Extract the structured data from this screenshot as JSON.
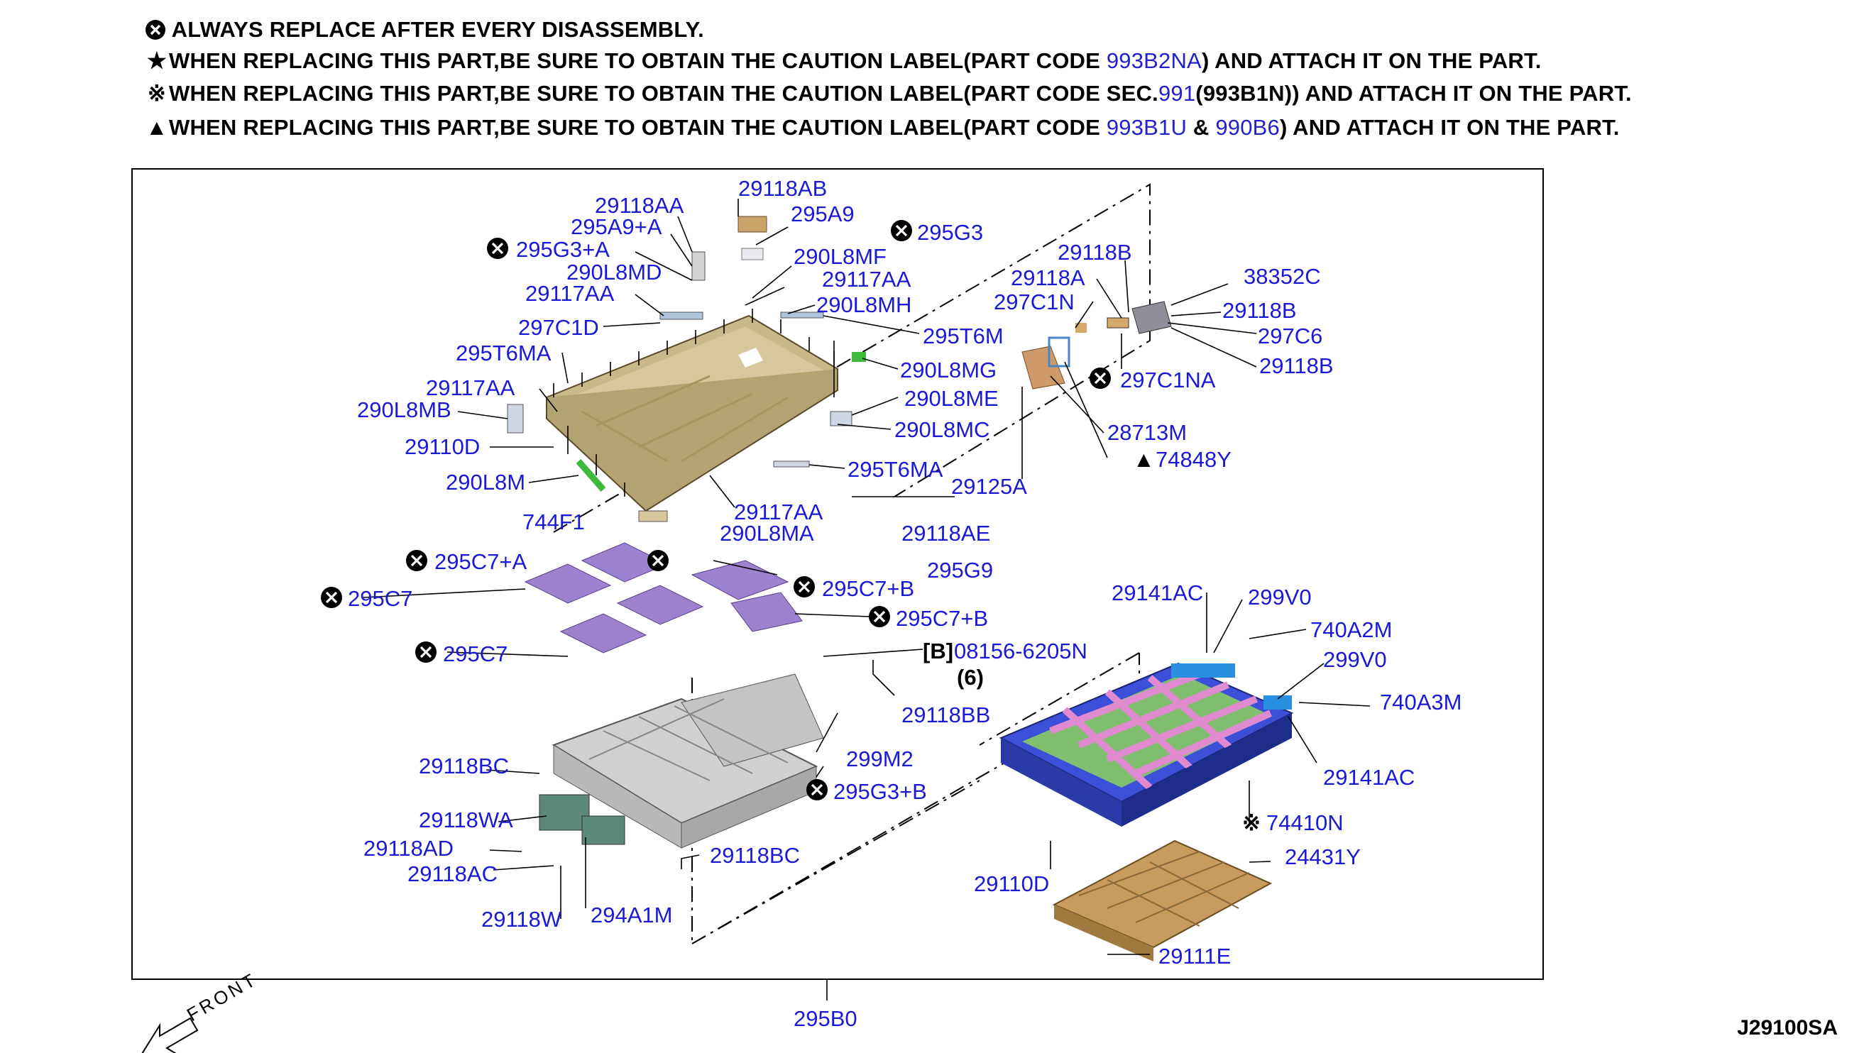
{
  "notes": [
    {
      "symbol": "cross-circle",
      "text": "ALWAYS REPLACE AFTER EVERY DISASSEMBLY."
    },
    {
      "symbol": "★",
      "text": "WHEN REPLACING THIS PART,BE SURE TO OBTAIN THE CAUTION LABEL(PART CODE",
      "code1": "993B2NA",
      "mid": "",
      "code2": "",
      "tail": ") AND ATTACH IT ON THE PART."
    },
    {
      "symbol": "※",
      "text": "WHEN REPLACING THIS PART,BE SURE TO OBTAIN THE CAUTION LABEL(PART CODE  SEC.",
      "code1": "991",
      "mid": "(993B1N)",
      "code2": "",
      "tail": ") AND ATTACH IT ON THE PART."
    },
    {
      "symbol": "▲",
      "text": "WHEN REPLACING THIS PART,BE SURE TO OBTAIN THE CAUTION LABEL(PART CODE",
      "code1": "993B1U",
      "mid": "&",
      "code2": "990B6",
      "tail": ") AND ATTACH IT ON THE PART."
    }
  ],
  "parts": {
    "p29118AB": "29118AB",
    "p29118AA": "29118AA",
    "p295A9A": "295A9+A",
    "p295A9": "295A9",
    "p295G3": "295G3",
    "p295G3A": "295G3+A",
    "p290L8MD": "290L8MD",
    "p290L8MF": "290L8MF",
    "p29117AA_1": "29117AA",
    "p29117AA_2": "29117AA",
    "p290L8MH": "290L8MH",
    "p297C1D": "297C1D",
    "p295T6M": "295T6M",
    "p295T6MA_1": "295T6MA",
    "p29117AA_3": "29117AA",
    "p290L8MG": "290L8MG",
    "p290L8MB": "290L8MB",
    "p290L8ME": "290L8ME",
    "p290L8MC": "290L8MC",
    "p29110D_1": "29110D",
    "p295T6MA_2": "295T6MA",
    "p290L8M": "290L8M",
    "p29117AA_4": "29117AA",
    "p744F1": "744F1",
    "p290L8MA": "290L8MA",
    "p29118AE": "29118AE",
    "p295G9": "295G9",
    "p295C7A": "295C7+A",
    "p295C7_1": "295C7",
    "p295C7B_1": "295C7+B",
    "p295C7B_2": "295C7+B",
    "p295C7_2": "295C7",
    "p08156": "08156-6205N",
    "bracketB": "[B]",
    "qty6": "(6)",
    "p29118BB": "29118BB",
    "p29118BC_1": "29118BC",
    "p299M2": "299M2",
    "p295G3B": "295G3+B",
    "p29118WA": "29118WA",
    "p29118AD": "29118AD",
    "p29118AC": "29118AC",
    "p29118BC_2": "29118BC",
    "p29118W": "29118W",
    "p294A1M": "294A1M",
    "p29118B_1": "29118B",
    "p38352C": "38352C",
    "p29118A": "29118A",
    "p297C1N": "297C1N",
    "p29118B_2": "29118B",
    "p297C6": "297C6",
    "p29118B_3": "29118B",
    "p297C1NA": "297C1NA",
    "p28713M": "28713M",
    "p74848Y": "74848Y",
    "p29125A": "29125A",
    "p29141AC_1": "29141AC",
    "p299V0_1": "299V0",
    "p740A2M": "740A2M",
    "p299V0_2": "299V0",
    "p740A3M": "740A3M",
    "p29141AC_2": "29141AC",
    "p74410N": "74410N",
    "p29110D_2": "29110D",
    "p24431Y": "24431Y",
    "p29111E": "29111E",
    "p295B0": "295B0"
  },
  "front_label": "FRONT",
  "ref_code": "J29100SA",
  "colors": {
    "part_number": "#1a1ad6",
    "tray": "#c8b98a",
    "pad": "#9d83cf",
    "case_blue": "#3b4fd8"
  }
}
